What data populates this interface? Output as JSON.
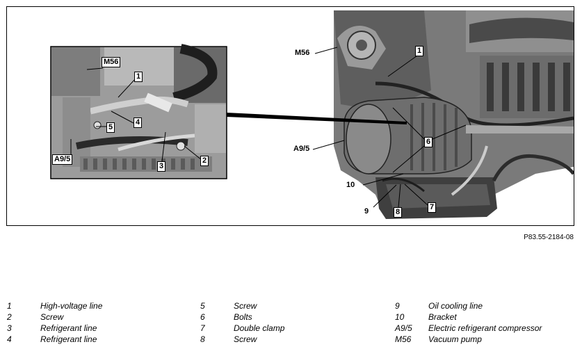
{
  "figure": {
    "inset_callouts": [
      {
        "id": "m56",
        "text": "M56"
      },
      {
        "id": "1",
        "text": "1"
      },
      {
        "id": "4",
        "text": "4"
      },
      {
        "id": "5",
        "text": "5"
      },
      {
        "id": "a9-5",
        "text": "A9/5"
      },
      {
        "id": "3",
        "text": "3"
      },
      {
        "id": "2",
        "text": "2"
      }
    ],
    "main_callouts": [
      {
        "id": "m56",
        "text": "M56"
      },
      {
        "id": "1",
        "text": "1"
      },
      {
        "id": "a9-5",
        "text": "A9/5"
      },
      {
        "id": "6",
        "text": "6"
      },
      {
        "id": "10",
        "text": "10"
      },
      {
        "id": "9",
        "text": "9"
      },
      {
        "id": "8",
        "text": "8"
      },
      {
        "id": "7",
        "text": "7"
      }
    ],
    "figure_id": "P83.55-2184-08"
  },
  "legend": {
    "columns": [
      [
        {
          "num": "1",
          "text": "High-voltage line"
        },
        {
          "num": "2",
          "text": "Screw"
        },
        {
          "num": "3",
          "text": "Refrigerant line"
        },
        {
          "num": "4",
          "text": "Refrigerant line"
        }
      ],
      [
        {
          "num": "5",
          "text": "Screw"
        },
        {
          "num": "6",
          "text": "Bolts"
        },
        {
          "num": "7",
          "text": "Double clamp"
        },
        {
          "num": "8",
          "text": "Screw"
        }
      ],
      [
        {
          "num": "9",
          "text": "Oil cooling line"
        },
        {
          "num": "10",
          "text": "Bracket"
        },
        {
          "num": "A9/5",
          "text": "Electric refrigerant compressor"
        },
        {
          "num": "M56",
          "text": "Vacuum pump"
        }
      ]
    ]
  }
}
